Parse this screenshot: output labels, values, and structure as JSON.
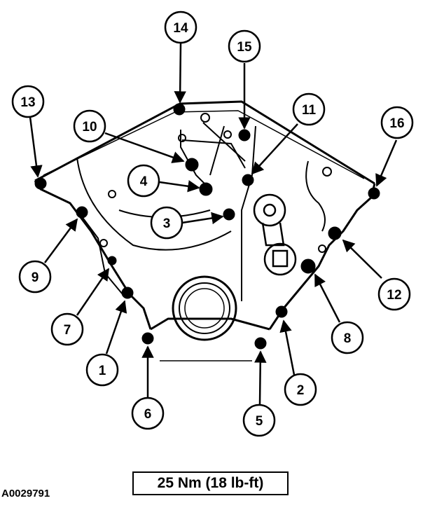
{
  "callouts": {
    "c1": "1",
    "c2": "2",
    "c3": "3",
    "c4": "4",
    "c5": "5",
    "c6": "6",
    "c7": "7",
    "c8": "8",
    "c9": "9",
    "c10": "10",
    "c11": "11",
    "c12": "12",
    "c13": "13",
    "c14": "14",
    "c15": "15",
    "c16": "16"
  },
  "torque_spec": "25 Nm (18 lb-ft)",
  "figure_id": "A0029791",
  "colors": {
    "ink": "#000000",
    "paper": "#ffffff"
  }
}
